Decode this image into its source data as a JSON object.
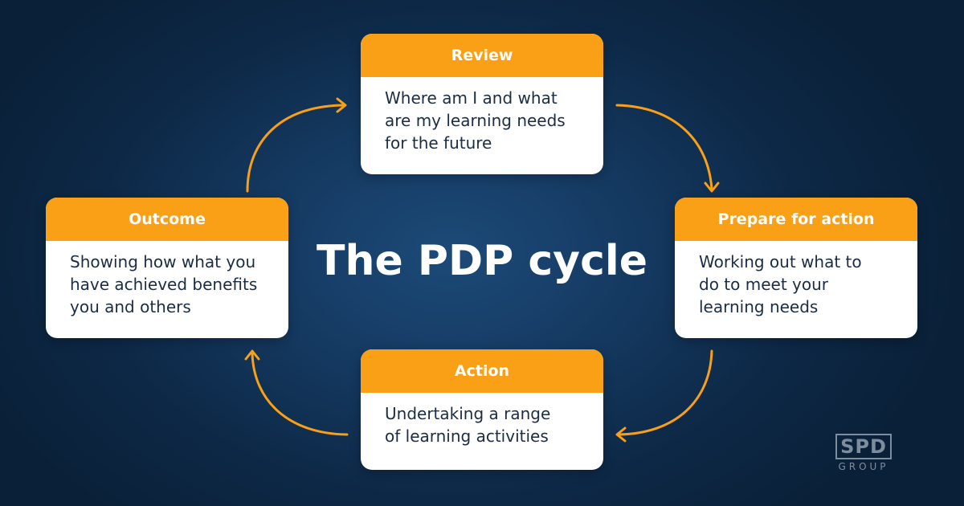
{
  "title": "The PDP cycle",
  "colors": {
    "accent": "#f9a016",
    "background": "#0f2d4f",
    "card": "#ffffff",
    "body_text": "#1b2d44"
  },
  "stages": {
    "review": {
      "label": "Review",
      "lines": [
        "Where am I and what",
        "are my learning needs",
        "for the future"
      ]
    },
    "prepare": {
      "label": "Prepare for action",
      "lines": [
        "Working out what to",
        "do to meet your",
        "learning needs"
      ]
    },
    "action": {
      "label": "Action",
      "lines": [
        "Undertaking a range",
        "of learning activities"
      ]
    },
    "outcome": {
      "label": "Outcome",
      "lines": [
        "Showing how what you",
        "have achieved benefits",
        "you and others"
      ]
    }
  },
  "flow": [
    {
      "from": "outcome",
      "to": "review"
    },
    {
      "from": "review",
      "to": "prepare"
    },
    {
      "from": "prepare",
      "to": "action"
    },
    {
      "from": "action",
      "to": "outcome"
    }
  ],
  "logo": {
    "main": "SPD",
    "sub": "GROUP"
  }
}
